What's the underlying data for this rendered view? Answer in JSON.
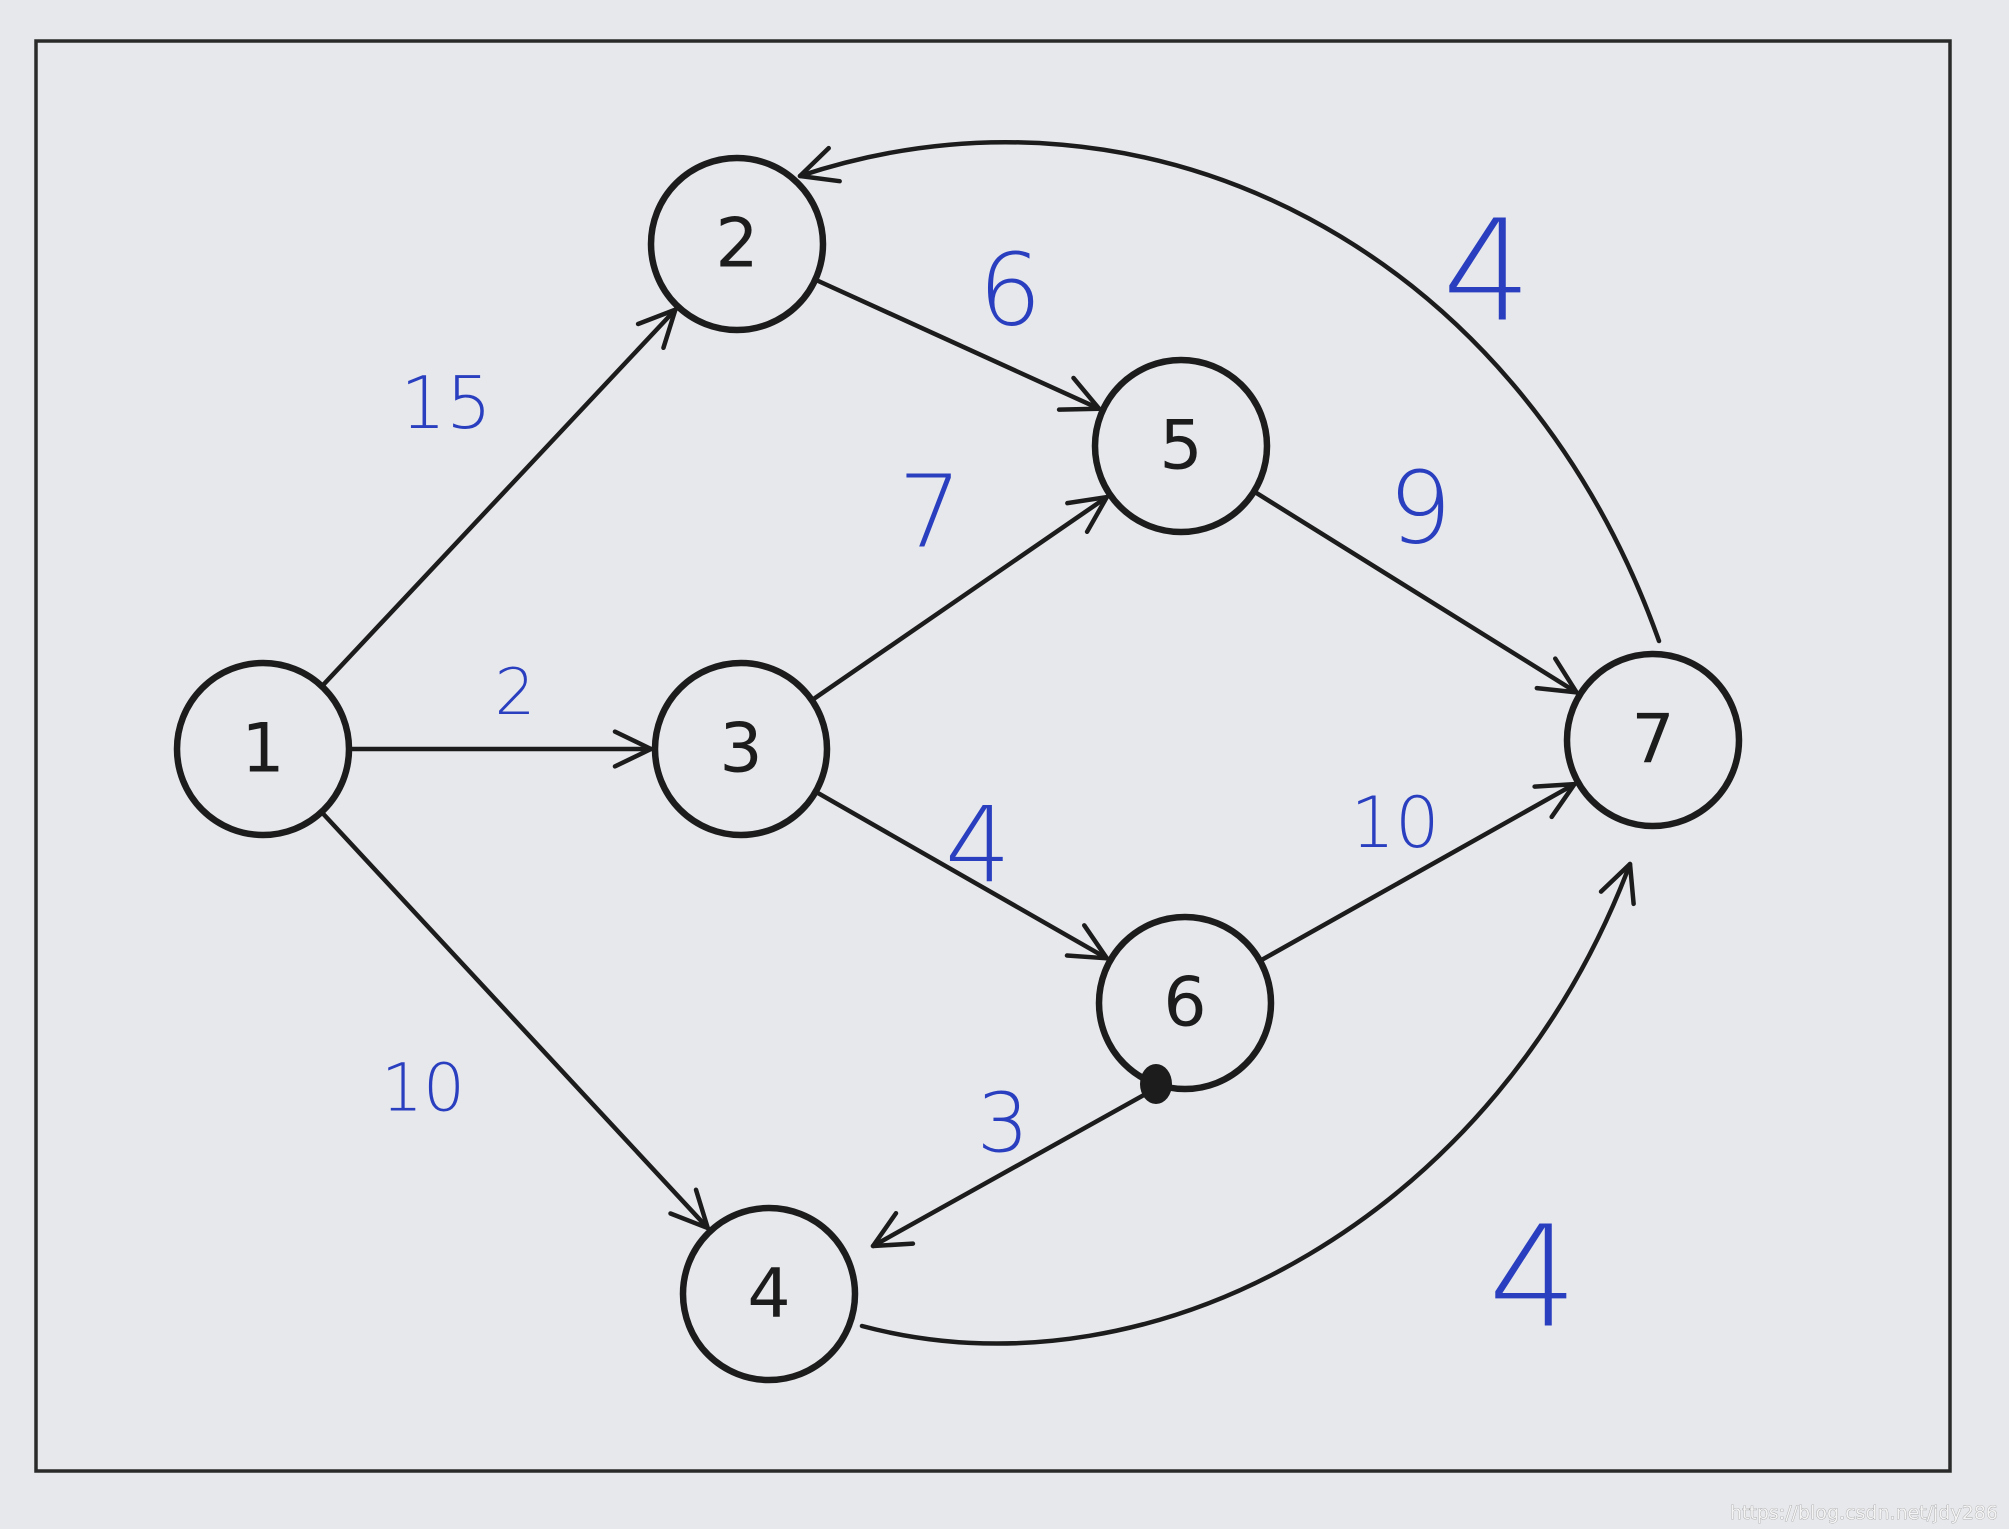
{
  "graph": {
    "nodes": [
      {
        "id": "1",
        "label": "1"
      },
      {
        "id": "2",
        "label": "2"
      },
      {
        "id": "3",
        "label": "3"
      },
      {
        "id": "4",
        "label": "4"
      },
      {
        "id": "5",
        "label": "5"
      },
      {
        "id": "6",
        "label": "6"
      },
      {
        "id": "7",
        "label": "7"
      }
    ],
    "edges": [
      {
        "from": "1",
        "to": "2",
        "weight": "15"
      },
      {
        "from": "1",
        "to": "3",
        "weight": "2"
      },
      {
        "from": "1",
        "to": "4",
        "weight": "10"
      },
      {
        "from": "2",
        "to": "5",
        "weight": "6"
      },
      {
        "from": "3",
        "to": "5",
        "weight": "7"
      },
      {
        "from": "3",
        "to": "6",
        "weight": "4"
      },
      {
        "from": "5",
        "to": "7",
        "weight": "9"
      },
      {
        "from": "6",
        "to": "7",
        "weight": "10"
      },
      {
        "from": "6",
        "to": "4",
        "weight": "3"
      },
      {
        "from": "7",
        "to": "2",
        "weight": "4"
      },
      {
        "from": "4",
        "to": "7",
        "weight": "4"
      }
    ]
  },
  "watermark": "https://blog.csdn.net/jdy286",
  "colors": {
    "paper": "#e7e8ec",
    "ink": "#1c1c1c",
    "weight_ink": "#2a3fbf",
    "frame": "#2a2a2a"
  }
}
